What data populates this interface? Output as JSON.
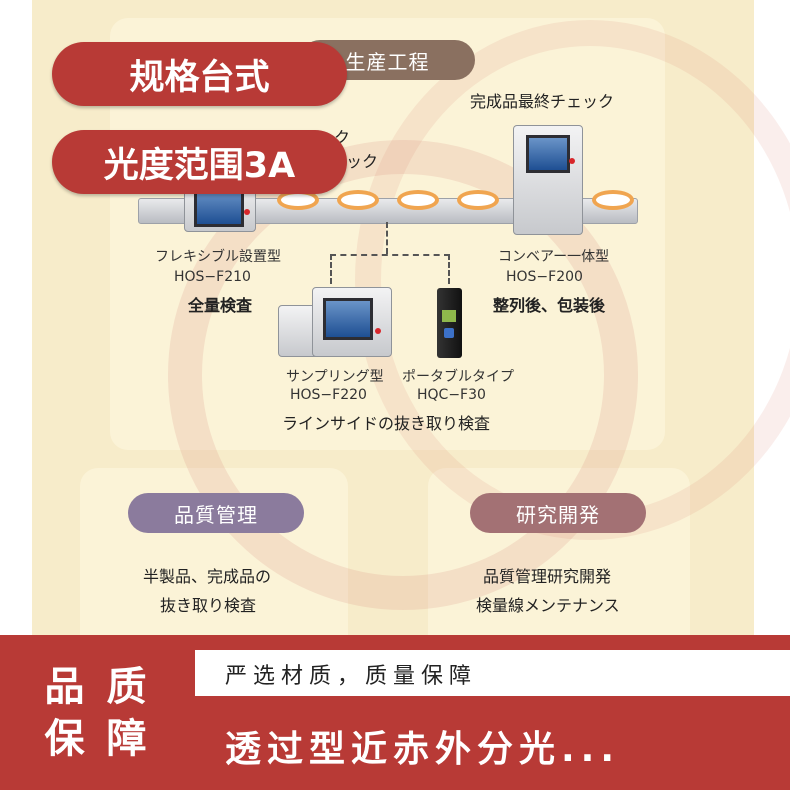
{
  "badges": {
    "spec": "规格台式",
    "range": "光度范围3A"
  },
  "diagram": {
    "production_label": "生産工程",
    "final_check": "完成品最終チェック",
    "partial_check_1": "量チェック",
    "partial_check_2": "ェック",
    "flexible_name": "フレキシブル設置型",
    "flexible_model": "HOS−F210",
    "full_inspection": "全量検査",
    "conveyor_name": "コンベアー一体型",
    "conveyor_model": "HOS−F200",
    "after_packing": "整列後、包装後",
    "sampling_name": "サンプリング型",
    "sampling_model": "HOS−F220",
    "portable_name": "ポータブルタイプ",
    "portable_model": "HQC−F30",
    "line_side": "ラインサイドの抜き取り検査"
  },
  "qc_panel": {
    "title": "品質管理",
    "line1": "半製品、完成品の",
    "line2": "抜き取り検査"
  },
  "rd_panel": {
    "title": "研究開発",
    "line1": "品質管理研究開発",
    "line2": "検量線メンテナンス"
  },
  "footer": {
    "quality_line1": "品 质",
    "quality_line2": "保 障",
    "tagline": "严选材质，质量保障",
    "headline": "透过型近赤外分光..."
  },
  "colors": {
    "brand_red": "#b83a36",
    "background": "#f7ecca"
  }
}
